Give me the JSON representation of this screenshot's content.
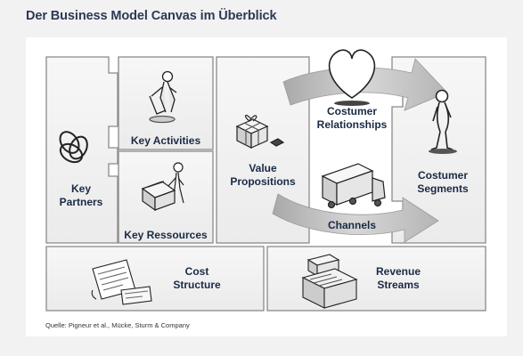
{
  "title": "Der Business Model Canvas im Überblick",
  "blocks": {
    "key_partners": {
      "line1": "Key",
      "line2": "Partners"
    },
    "key_activities": {
      "label": "Key Activities"
    },
    "key_resources": {
      "label": "Key Ressources"
    },
    "value_propositions": {
      "line1": "Value",
      "line2": "Propositions"
    },
    "customer_relationships": {
      "line1": "Costumer",
      "line2": "Relationships"
    },
    "channels": {
      "label": "Channels"
    },
    "customer_segments": {
      "line1": "Costumer",
      "line2": "Segments"
    },
    "cost_structure": {
      "line1": "Cost",
      "line2": "Structure"
    },
    "revenue_streams": {
      "line1": "Revenue",
      "line2": "Streams"
    }
  },
  "source": "Quelle: Pigneur et al., Mücke, Sturm & Company",
  "colors": {
    "title": "#2b3a55",
    "label": "#1a2a45",
    "block_fill": "#f0f0f0",
    "block_border": "#8a8a8a",
    "arrow": "#bfbfbf"
  },
  "icons": [
    "chain-links-icon",
    "worker-sweeping-icon",
    "worker-with-boxes-icon",
    "gift-box-icon",
    "heart-icon",
    "truck-icon",
    "standing-person-icon",
    "receipt-papers-icon",
    "cash-register-icon"
  ]
}
